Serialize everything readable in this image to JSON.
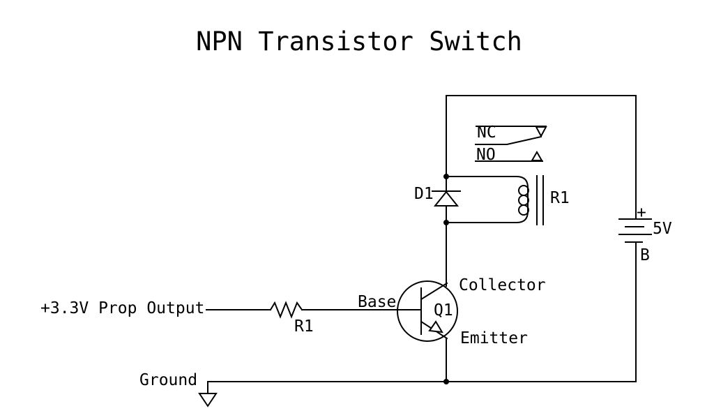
{
  "colors": {
    "background": "#ffffff",
    "line": "#000000",
    "text": "#000000"
  },
  "title": "NPN Transistor Switch",
  "components": {
    "relay_contacts": {
      "nc_label": "NC",
      "no_label": "NO"
    },
    "relay_coil": {
      "label": "R1"
    },
    "flyback_diode": {
      "label": "D1"
    },
    "battery": {
      "plus": "+",
      "voltage": "5V",
      "name": "B"
    },
    "transistor": {
      "label": "Q1",
      "collector": "Collector",
      "base": "Base",
      "emitter": "Emitter"
    },
    "base_resistor": {
      "label": "R1"
    },
    "input": {
      "label": "+3.3V Prop Output"
    },
    "ground": {
      "label": "Ground"
    }
  }
}
